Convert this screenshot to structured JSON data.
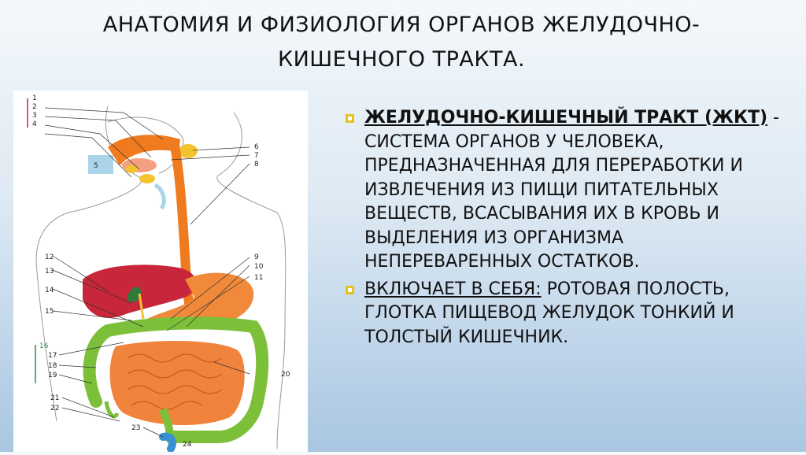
{
  "title": {
    "line1": "АНАТОМИЯ И ФИЗИОЛОГИЯ ОРГАНОВ ЖЕЛУДОЧНО-",
    "line2": "КИШЕЧНОГО ТРАКТА."
  },
  "content": {
    "bullet1": {
      "term": "ЖЕЛУДОЧНО-КИШЕЧНЫЙ ТРАКТ (ЖКТ)",
      "text": " - СИСТЕМА ОРГАНОВ У ЧЕЛОВЕКА, ПРЕДНАЗНАЧЕННАЯ ДЛЯ ПЕРЕРАБОТКИ И ИЗВЛЕЧЕНИЯ ИЗ ПИЩИ ПИТАТЕЛЬНЫХ ВЕЩЕСТВ, ВСАСЫВАНИЯ ИХ В КРОВЬ И ВЫДЕЛЕНИЯ ИЗ ОРГАНИЗМА НЕПЕРЕВАРЕННЫХ ОСТАТКОВ."
    },
    "bullet2": {
      "term": "ВКЛЮЧАЕТ В СЕБЯ:",
      "text": " РОТОВАЯ ПОЛОСТЬ, ГЛОТКА ПИЩЕВОД ЖЕЛУДОК ТОНКИЙ И ТОЛСТЫЙ КИШЕЧНИК."
    }
  },
  "diagram": {
    "labels": [
      "1",
      "2",
      "3",
      "4",
      "5",
      "6",
      "7",
      "8",
      "9",
      "10",
      "11",
      "12",
      "13",
      "14",
      "15",
      "16",
      "17",
      "18",
      "19",
      "20",
      "21",
      "22",
      "23",
      "24"
    ],
    "colors": {
      "esophagus": "#f07a1e",
      "liver": "#c8263a",
      "stomach": "#f08a3a",
      "small_intestine": "#f0843c",
      "large_intestine": "#7cc03a",
      "rectum": "#3a8fd0",
      "gland": "#f4c430",
      "outline": "#9a9a9a"
    }
  }
}
